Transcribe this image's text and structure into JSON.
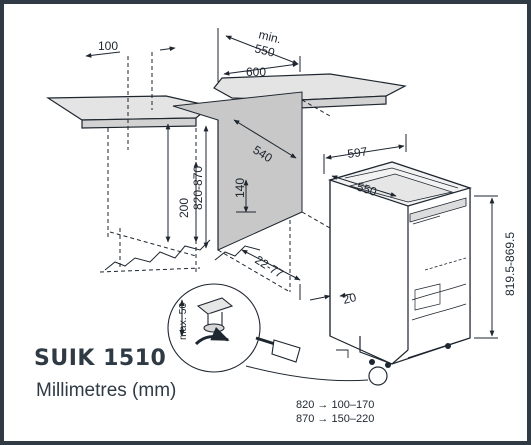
{
  "model": "SUIK 1510",
  "units": "Millimetres (mm)",
  "dimensions": {
    "min_label": "min.",
    "depth_min": "550",
    "niche_width": "600",
    "width_left": "100",
    "height_range": "820-870",
    "vent_height": "200",
    "panel_depth": "540",
    "panel_gap": "140",
    "plinth_depth": "22-77",
    "door_offset": "20",
    "appliance_width": "597",
    "appliance_depth": "550",
    "appliance_height": "819.5-869.5",
    "screw_max": "max. 50"
  },
  "adjustment": [
    {
      "height": "820",
      "arrow": "→",
      "range": "100–170"
    },
    {
      "height": "870",
      "arrow": "→",
      "range": "150–220"
    }
  ],
  "colors": {
    "frame": "#2f3a45",
    "panel_fill": "#c8c8c8",
    "countertop_fill": "#e4e4e4",
    "line": "#1e2630"
  }
}
